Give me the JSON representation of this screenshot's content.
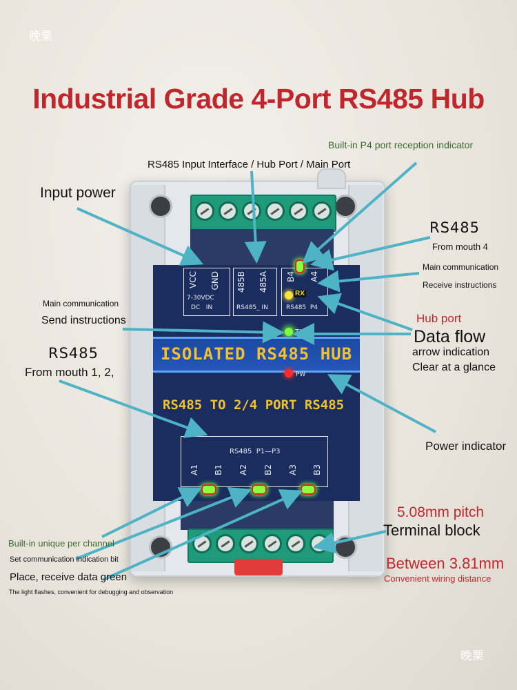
{
  "watermark": "晚栗",
  "title": "Industrial Grade 4-Port RS485 Hub",
  "annotations": {
    "p4_indicator": "Built-in P4 port reception indicator",
    "input_interface": "RS485 Input Interface / Hub Port / Main Port",
    "input_power": "Input power",
    "rs485_right": "RS485",
    "from_mouth_4": "From mouth 4",
    "main_comm_right": "Main communication",
    "receive_instructions": "Receive instructions",
    "main_comm_left": "Main communication",
    "send_instructions": "Send instructions",
    "hub_port": "Hub port",
    "data_flow": "Data flow",
    "arrow_indication": "arrow indication",
    "clear_glance": "Clear at a glance",
    "rs485_left": "RS485",
    "from_mouth_123": "From mouth 1, 2,",
    "power_indicator": "Power indicator",
    "pitch_508": "5.08mm pitch",
    "terminal_block": "Terminal block",
    "between_381": "Between 3.81mm",
    "convenient_wiring": "Convenient wiring distance",
    "builtin_unique": "Built-in unique per channel",
    "set_comm": "Set communication indication bit",
    "place_receive": "Place, receive data green",
    "light_flashes": "The light flashes, convenient for debugging and observation"
  },
  "device": {
    "top_pins": [
      "VCC",
      "GND",
      "485B",
      "485A",
      "B4",
      "A4"
    ],
    "dc_range": "7-30VDC",
    "dc_in": "DC   IN",
    "rs485_in": "RS485_ IN",
    "rs485_p4": "RS485  P4",
    "rx_label": "RX",
    "tx_label": "TX",
    "pw_label": "PW",
    "band_text": "ISOLATED RS485 HUB",
    "sub_text": "RS485 TO 2/4 PORT RS485",
    "bottom_header": "RS485  P1—P3",
    "bottom_pins": [
      "A1",
      "B1",
      "A2",
      "B2",
      "A3",
      "B3"
    ]
  },
  "colors": {
    "title_red": "#c0272d",
    "arrow_teal": "#4fb3c6",
    "pcb_navy": "#1a2d5e",
    "band_blue": "#2456b8",
    "label_yellow": "#f2c031",
    "terminal_green": "#1f9a7a"
  }
}
